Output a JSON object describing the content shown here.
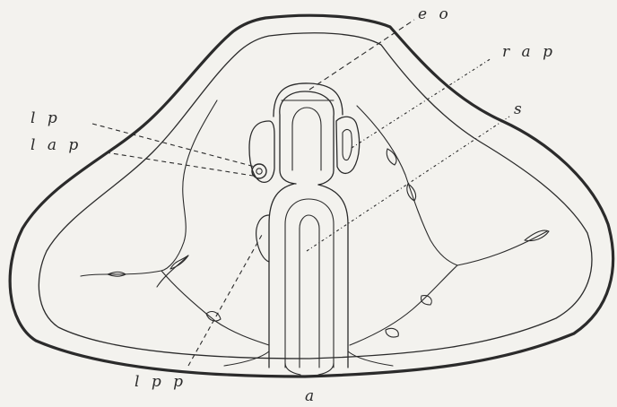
{
  "figure": {
    "labels": {
      "eo": "e o",
      "rap": "r a p",
      "s": "s",
      "lp": "l p",
      "lap": "l a p",
      "lpp": "l p p",
      "a": "a"
    }
  }
}
